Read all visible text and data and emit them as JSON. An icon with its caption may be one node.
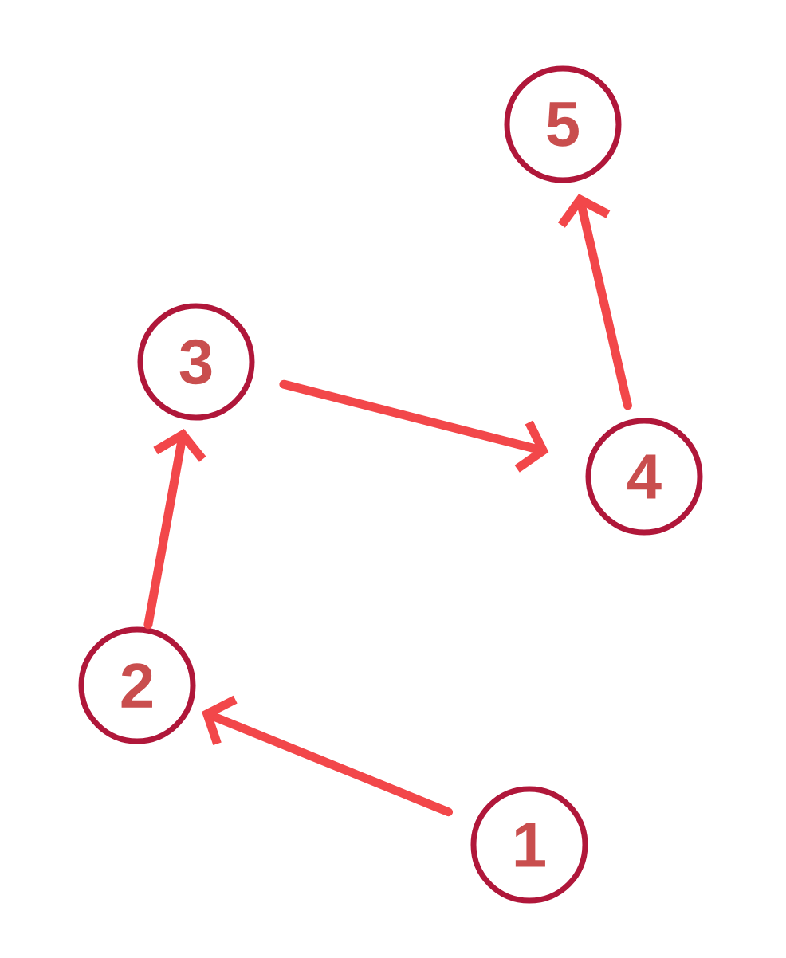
{
  "diagram": {
    "nodes": [
      {
        "text": [
          "5"
        ]
      },
      {
        "text": [
          "3"
        ]
      },
      {
        "text": [
          "4"
        ]
      },
      {
        "text": [
          "2"
        ]
      },
      {
        "text": [
          "1"
        ]
      }
    ],
    "edges": [
      {
        "from": 4,
        "to": 3,
        "arrow": "to"
      },
      {
        "from": 3,
        "to": 1,
        "arrow": "to"
      },
      {
        "from": 1,
        "to": 2,
        "arrow": "to"
      },
      {
        "from": 2,
        "to": 0,
        "arrow": "to"
      }
    ]
  }
}
